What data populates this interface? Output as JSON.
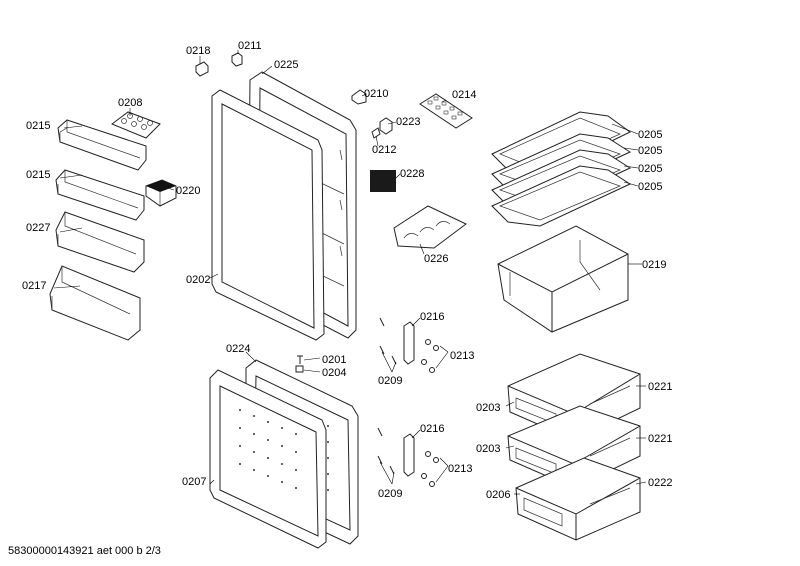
{
  "labels": {
    "p0218": "0218",
    "p0211": "0211",
    "p0225": "0225",
    "p0208": "0208",
    "p0215a": "0215",
    "p0215b": "0215",
    "p0220": "0220",
    "p0227": "0227",
    "p0217": "0217",
    "p0202": "0202",
    "p0210": "0210",
    "p0214": "0214",
    "p0223": "0223",
    "p0212": "0212",
    "p0228": "0228",
    "p0226": "0226",
    "p0205a": "0205",
    "p0205b": "0205",
    "p0205c": "0205",
    "p0205d": "0205",
    "p0219": "0219",
    "p0216a": "0216",
    "p0213a": "0213",
    "p0209a": "0209",
    "p0224": "0224",
    "p0201": "0201",
    "p0204": "0204",
    "p0207": "0207",
    "p0216b": "0216",
    "p0213b": "0213",
    "p0209b": "0209",
    "p0221a": "0221",
    "p0221b": "0221",
    "p0222": "0222",
    "p0203a": "0203",
    "p0203b": "0203",
    "p0206": "0206"
  },
  "footer": "58300000143921 aet 000 b 2/3"
}
